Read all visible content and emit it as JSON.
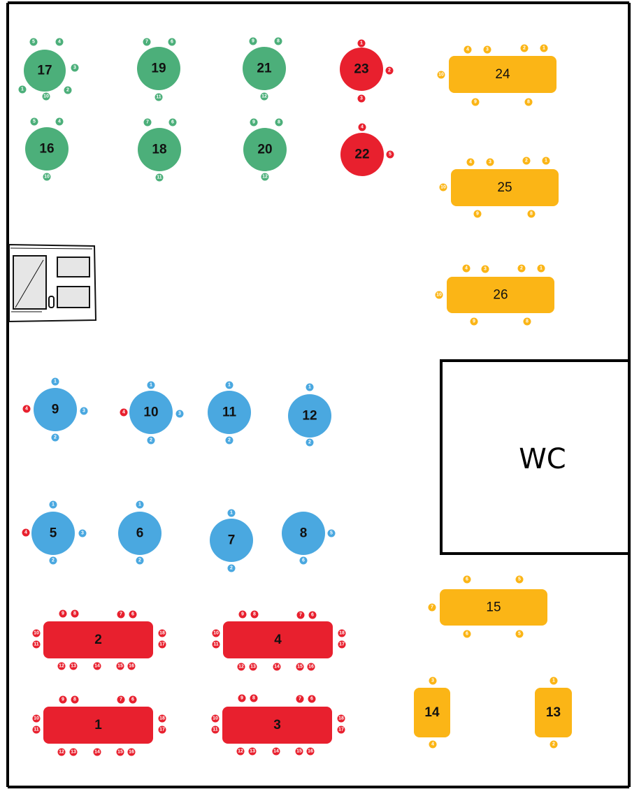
{
  "colors": {
    "green": "#4caf7a",
    "red": "#e8202e",
    "yellow": "#fbb516",
    "blue": "#4aa8e0",
    "wall": "#000000"
  },
  "wc_label": "WC",
  "icons": [
    "kitchen-sketch-icon"
  ],
  "tables": [
    {
      "id": "17",
      "label": "17",
      "shape": "circle",
      "color": "green",
      "seats": [
        "5",
        "4",
        "3",
        "2",
        "10",
        "1"
      ]
    },
    {
      "id": "19",
      "label": "19",
      "shape": "circle",
      "color": "green",
      "seats": [
        "7",
        "6",
        "11"
      ]
    },
    {
      "id": "21",
      "label": "21",
      "shape": "circle",
      "color": "green",
      "seats": [
        "9",
        "8",
        "12"
      ]
    },
    {
      "id": "23",
      "label": "23",
      "shape": "circle",
      "color": "red",
      "seats": [
        "1",
        "2",
        "3"
      ]
    },
    {
      "id": "24",
      "label": "24",
      "shape": "rect",
      "color": "yellow",
      "seats": [
        "4",
        "3",
        "2",
        "1",
        "10",
        "9",
        "8"
      ]
    },
    {
      "id": "16",
      "label": "16",
      "shape": "circle",
      "color": "green",
      "seats": [
        "5",
        "4",
        "10"
      ]
    },
    {
      "id": "18",
      "label": "18",
      "shape": "circle",
      "color": "green",
      "seats": [
        "7",
        "6",
        "11"
      ]
    },
    {
      "id": "20",
      "label": "20",
      "shape": "circle",
      "color": "green",
      "seats": [
        "9",
        "8",
        "12"
      ]
    },
    {
      "id": "22",
      "label": "22",
      "shape": "circle",
      "color": "red",
      "seats": [
        "4",
        "5"
      ]
    },
    {
      "id": "25",
      "label": "25",
      "shape": "rect",
      "color": "yellow",
      "seats": [
        "4",
        "3",
        "2",
        "1",
        "10",
        "9",
        "8"
      ]
    },
    {
      "id": "26",
      "label": "26",
      "shape": "rect",
      "color": "yellow",
      "seats": [
        "4",
        "3",
        "2",
        "1",
        "10",
        "9",
        "8"
      ]
    },
    {
      "id": "9",
      "label": "9",
      "shape": "circle",
      "color": "blue",
      "seats": [
        "1",
        "4",
        "3",
        "2"
      ]
    },
    {
      "id": "10",
      "label": "10",
      "shape": "circle",
      "color": "blue",
      "seats": [
        "1",
        "4",
        "3",
        "2"
      ]
    },
    {
      "id": "11",
      "label": "11",
      "shape": "circle",
      "color": "blue",
      "seats": [
        "1",
        "2"
      ]
    },
    {
      "id": "12",
      "label": "12",
      "shape": "circle",
      "color": "blue",
      "seats": [
        "1",
        "2"
      ]
    },
    {
      "id": "5",
      "label": "5",
      "shape": "circle",
      "color": "blue",
      "seats": [
        "1",
        "4",
        "3",
        "2"
      ]
    },
    {
      "id": "6",
      "label": "6",
      "shape": "circle",
      "color": "blue",
      "seats": [
        "1",
        "2"
      ]
    },
    {
      "id": "7",
      "label": "7",
      "shape": "circle",
      "color": "blue",
      "seats": [
        "1",
        "2"
      ]
    },
    {
      "id": "8",
      "label": "8",
      "shape": "circle",
      "color": "blue",
      "seats": [
        "5",
        "6"
      ]
    },
    {
      "id": "2",
      "label": "2",
      "shape": "rect",
      "color": "red",
      "seats": [
        "9",
        "8",
        "7",
        "6",
        "10",
        "11",
        "18",
        "17",
        "12",
        "13",
        "14",
        "15",
        "16"
      ]
    },
    {
      "id": "4",
      "label": "4",
      "shape": "rect",
      "color": "red",
      "seats": [
        "9",
        "8",
        "7",
        "6",
        "10",
        "11",
        "18",
        "17",
        "12",
        "13",
        "14",
        "15",
        "16"
      ]
    },
    {
      "id": "1",
      "label": "1",
      "shape": "rect",
      "color": "red",
      "seats": [
        "9",
        "8",
        "7",
        "6",
        "10",
        "11",
        "18",
        "17",
        "12",
        "13",
        "14",
        "15",
        "16"
      ]
    },
    {
      "id": "3",
      "label": "3",
      "shape": "rect",
      "color": "red",
      "seats": [
        "9",
        "8",
        "7",
        "6",
        "10",
        "11",
        "18",
        "17",
        "12",
        "13",
        "14",
        "15",
        "16"
      ]
    },
    {
      "id": "15",
      "label": "15",
      "shape": "rect",
      "color": "yellow",
      "seats": [
        "6",
        "5",
        "7",
        "6",
        "5"
      ]
    },
    {
      "id": "14",
      "label": "14",
      "shape": "rect",
      "color": "yellow",
      "seats": [
        "3",
        "4"
      ]
    },
    {
      "id": "13",
      "label": "13",
      "shape": "rect",
      "color": "yellow",
      "seats": [
        "1",
        "2"
      ]
    }
  ]
}
